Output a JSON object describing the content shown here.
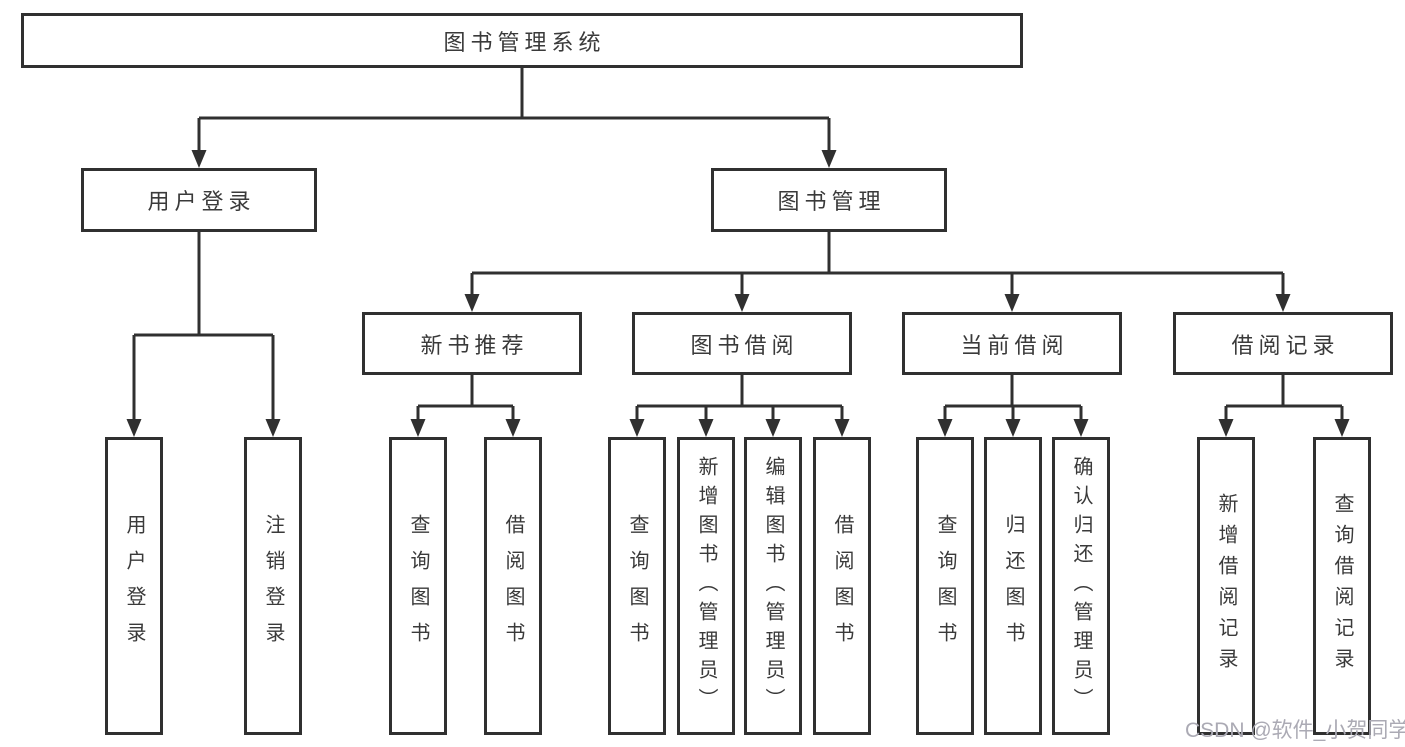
{
  "diagram": {
    "root": {
      "label": "图书管理系统"
    },
    "branches": [
      {
        "label": "用户登录",
        "children": [
          {
            "label": "用户登录"
          },
          {
            "label": "注销登录"
          }
        ]
      },
      {
        "label": "图书管理",
        "children": [
          {
            "label": "新书推荐",
            "children": [
              {
                "label": "查询图书"
              },
              {
                "label": "借阅图书"
              }
            ]
          },
          {
            "label": "图书借阅",
            "children": [
              {
                "label": "查询图书"
              },
              {
                "label": "新增图书（管理员）"
              },
              {
                "label": "编辑图书（管理员）"
              },
              {
                "label": "借阅图书"
              }
            ]
          },
          {
            "label": "当前借阅",
            "children": [
              {
                "label": "查询图书"
              },
              {
                "label": "归还图书"
              },
              {
                "label": "确认归还（管理员）"
              }
            ]
          },
          {
            "label": "借阅记录",
            "children": [
              {
                "label": "新增借阅记录"
              },
              {
                "label": "查询借阅记录"
              }
            ]
          }
        ]
      }
    ]
  },
  "watermark": "CSDN @软件_小贺同学",
  "colors": {
    "line": "#303030",
    "text": "#3a3a3a",
    "watermark": "#abaab4",
    "background": "#ffffff"
  }
}
